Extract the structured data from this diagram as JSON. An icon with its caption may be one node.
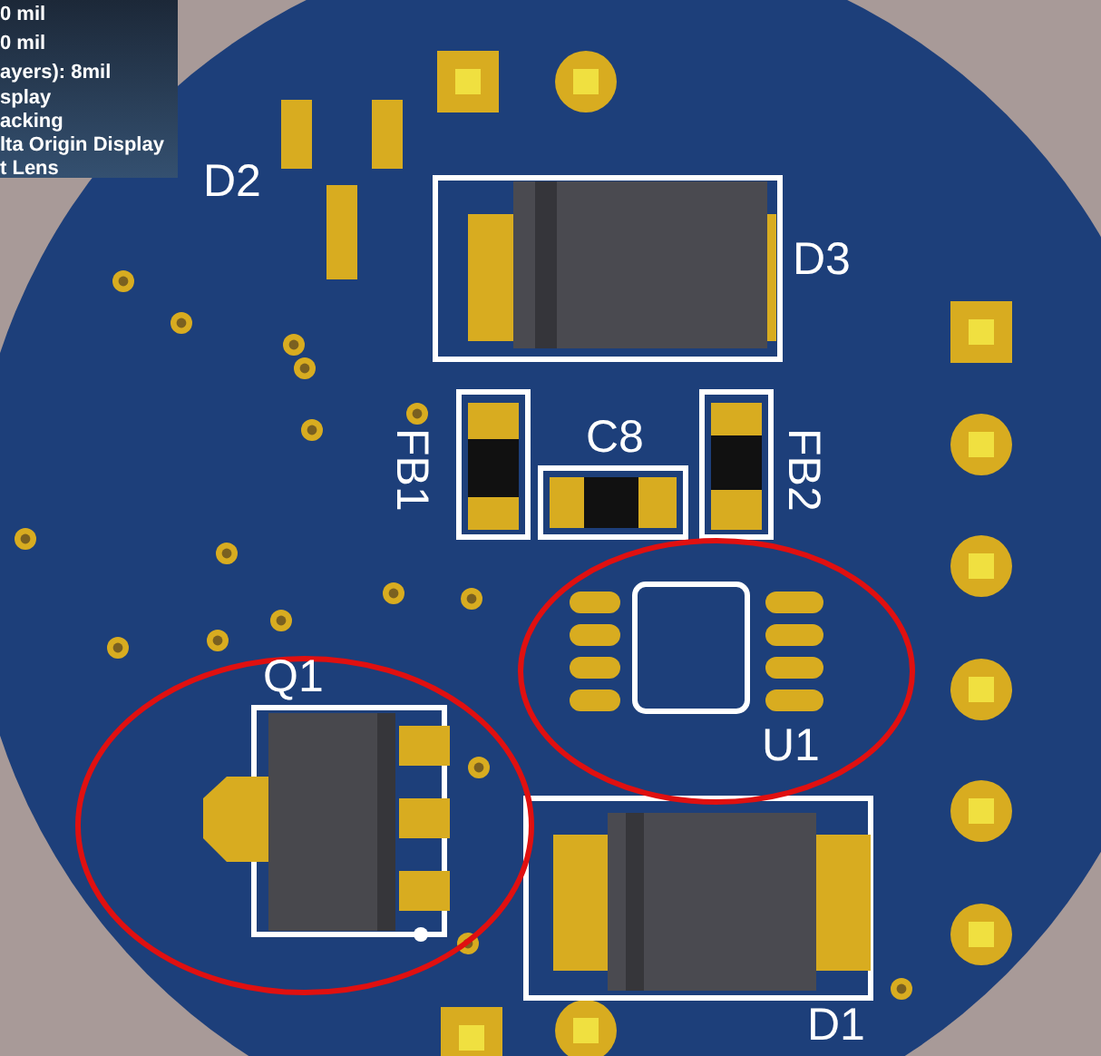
{
  "diagram": {
    "labels": [
      "0 mil",
      "0 mil",
      "ayers): 8mil",
      "splay",
      "acking",
      "lta Origin Display",
      "t Lens",
      "D2",
      "D3",
      "FB1",
      "C8",
      "FB2",
      "Q1",
      "U1",
      "D1"
    ]
  }
}
